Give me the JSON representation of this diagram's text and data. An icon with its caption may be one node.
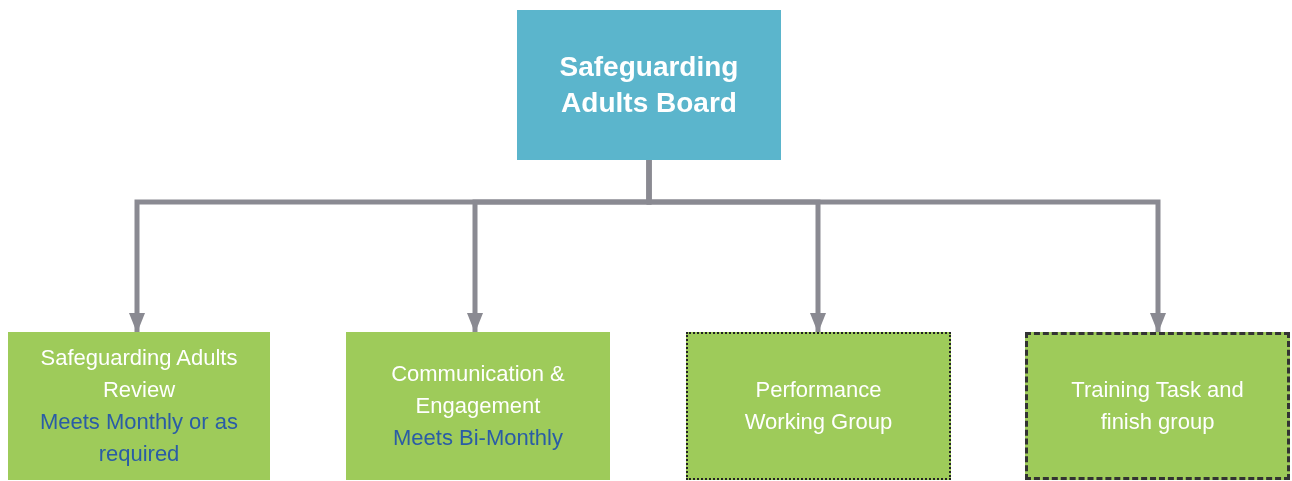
{
  "diagram": {
    "nodes": [
      {
        "text": [
          "Safeguarding Adults Board"
        ]
      },
      {
        "text": [
          "Safeguarding Adults Review",
          "Meets Monthly or as required"
        ]
      },
      {
        "text": [
          "Communication & Engagement",
          "Meets Bi-Monthly"
        ]
      },
      {
        "text": [
          "Performance Working Group"
        ]
      },
      {
        "text": [
          "Training Task and finish group"
        ]
      }
    ],
    "edges": [
      {
        "from": 0,
        "to": 1,
        "arrow": "to"
      },
      {
        "from": 0,
        "to": 2,
        "arrow": "to"
      },
      {
        "from": 0,
        "to": 3,
        "arrow": "to"
      },
      {
        "from": 0,
        "to": 4,
        "arrow": "to"
      }
    ]
  }
}
